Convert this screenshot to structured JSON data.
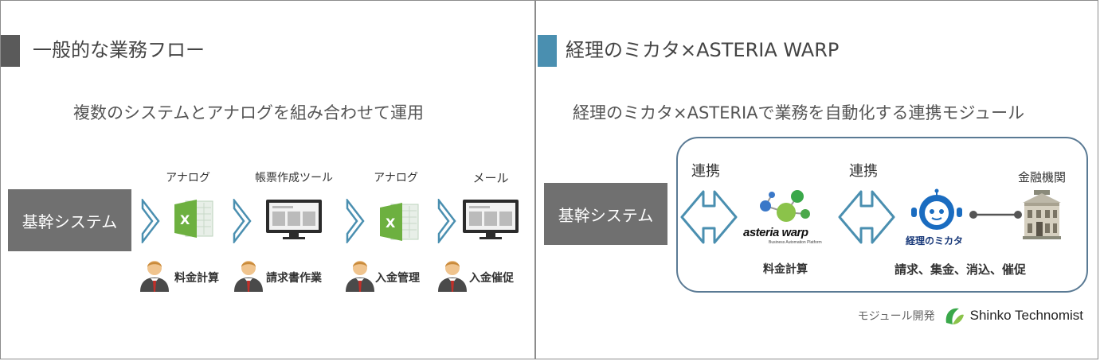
{
  "left": {
    "title": "一般的な業務フロー",
    "subtitle": "複数のシステムとアナログを組み合わせて運用",
    "system": "基幹システム",
    "steps": [
      {
        "top": "アナログ",
        "bottom": "料金計算",
        "icon": "excel-icon"
      },
      {
        "top": "帳票作成ツール",
        "bottom": "請求書作業",
        "icon": "monitor-icon"
      },
      {
        "top": "アナログ",
        "bottom": "入金管理",
        "icon": "excel-icon"
      },
      {
        "top": "メール",
        "bottom": "入金催促",
        "icon": "monitor-icon"
      }
    ],
    "bar_color": "#5a5a5a"
  },
  "right": {
    "title": "経理のミカタ×ASTERIA WARP",
    "subtitle": "経理のミカタ×ASTERIAで業務を自動化する連携モジュール",
    "system": "基幹システム",
    "link1": "連携",
    "link2": "連携",
    "asteria_logo": "asteria warp",
    "asteria_tagline": "Business Automation Platform",
    "asteria_caption": "料金計算",
    "mikata_logo": "経理のミカタ",
    "mikata_caption": "請求、集金、消込、催促",
    "bank_label": "金融機関",
    "footer_label": "モジュール開発",
    "footer_brand": "Shinko Technomist",
    "bar_color": "#4a8fb0",
    "accent_color": "#5a7a94"
  }
}
